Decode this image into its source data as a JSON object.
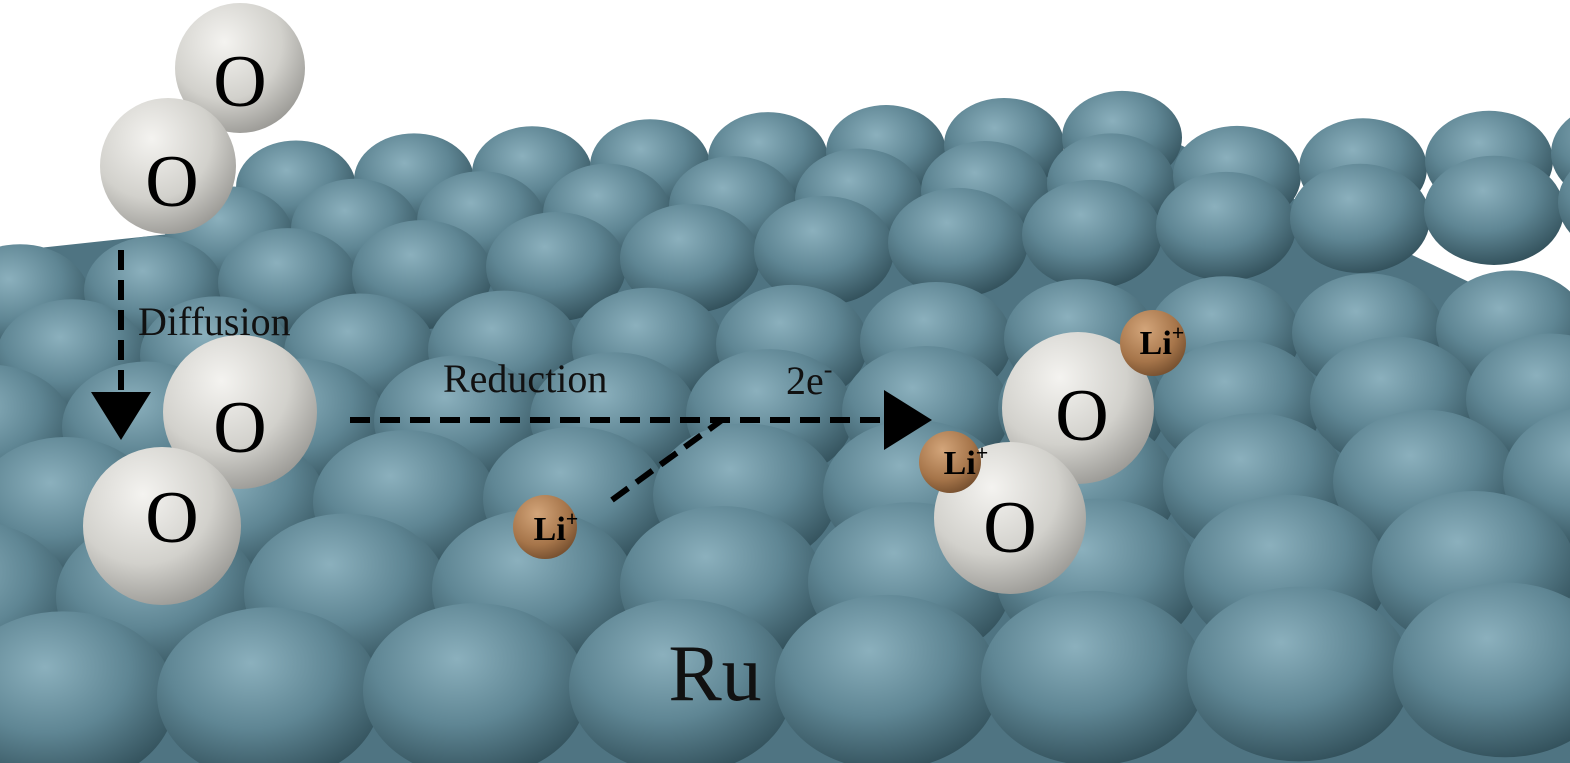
{
  "labels": {
    "diffusion": "Diffusion",
    "reduction": "Reduction",
    "electrons": "2e",
    "electrons_sup": "-",
    "substrate": "Ru"
  },
  "atoms": {
    "oxygen": "O",
    "lithium": "Li",
    "lithium_charge": "+"
  },
  "colors": {
    "ru_sphere": "#5f8694",
    "ru_highlight": "#7fa5b2",
    "ru_shadow": "#2f4f5a",
    "oxygen": "#d6d5d1",
    "lithium": "#a8774c",
    "background": "#ffffff"
  }
}
